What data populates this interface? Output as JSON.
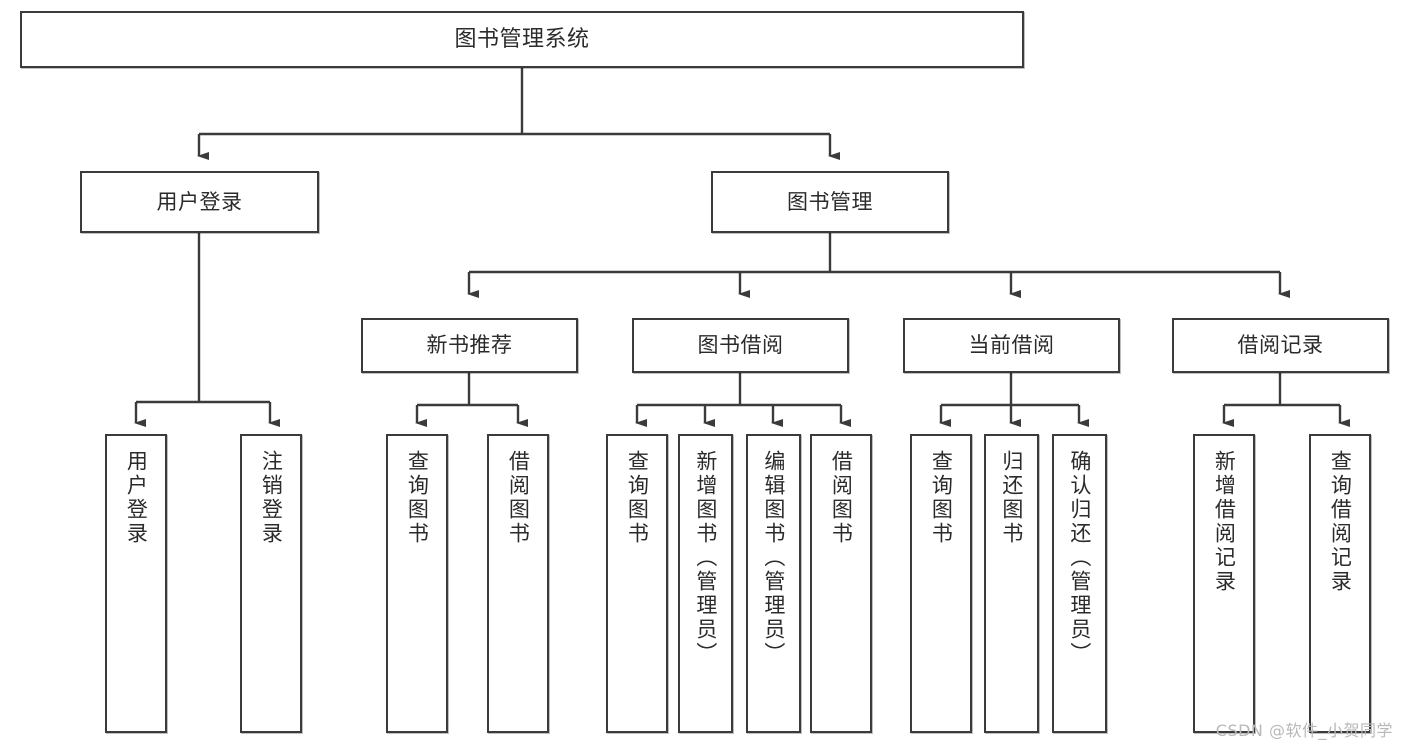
{
  "diagram": {
    "type": "tree-hierarchy",
    "title": "图书管理系统",
    "watermark": "CSDN @软件_小贺同学",
    "colors": {
      "stroke": "#3b3b3b",
      "fill": "#ffffff",
      "text": "#2b2b2b",
      "watermark": "#b8b8b8"
    },
    "nodes": {
      "root": {
        "label": "图书管理系统"
      },
      "level2": [
        {
          "id": "user-login",
          "label": "用户登录"
        },
        {
          "id": "book-manage",
          "label": "图书管理"
        }
      ],
      "level3": [
        {
          "id": "new-book-recommend",
          "label": "新书推荐"
        },
        {
          "id": "book-borrow",
          "label": "图书借阅"
        },
        {
          "id": "current-borrow",
          "label": "当前借阅"
        },
        {
          "id": "borrow-record",
          "label": "借阅记录"
        }
      ],
      "leaves": {
        "user-login": [
          {
            "id": "leaf-user-login",
            "label": "用户登录"
          },
          {
            "id": "leaf-logout",
            "label": "注销登录"
          }
        ],
        "new-book-recommend": [
          {
            "id": "leaf-query-book-1",
            "label": "查询图书"
          },
          {
            "id": "leaf-borrow-book-1",
            "label": "借阅图书"
          }
        ],
        "book-borrow": [
          {
            "id": "leaf-query-book-2",
            "label": "查询图书"
          },
          {
            "id": "leaf-add-book",
            "label": "新增图书（管理员）"
          },
          {
            "id": "leaf-edit-book",
            "label": "编辑图书（管理员）"
          },
          {
            "id": "leaf-borrow-book-2",
            "label": "借阅图书"
          }
        ],
        "current-borrow": [
          {
            "id": "leaf-query-book-3",
            "label": "查询图书"
          },
          {
            "id": "leaf-return-book",
            "label": "归还图书"
          },
          {
            "id": "leaf-confirm-return",
            "label": "确认归还（管理员）"
          }
        ],
        "borrow-record": [
          {
            "id": "leaf-add-record",
            "label": "新增借阅记录"
          },
          {
            "id": "leaf-query-record",
            "label": "查询借阅记录"
          }
        ]
      }
    }
  }
}
